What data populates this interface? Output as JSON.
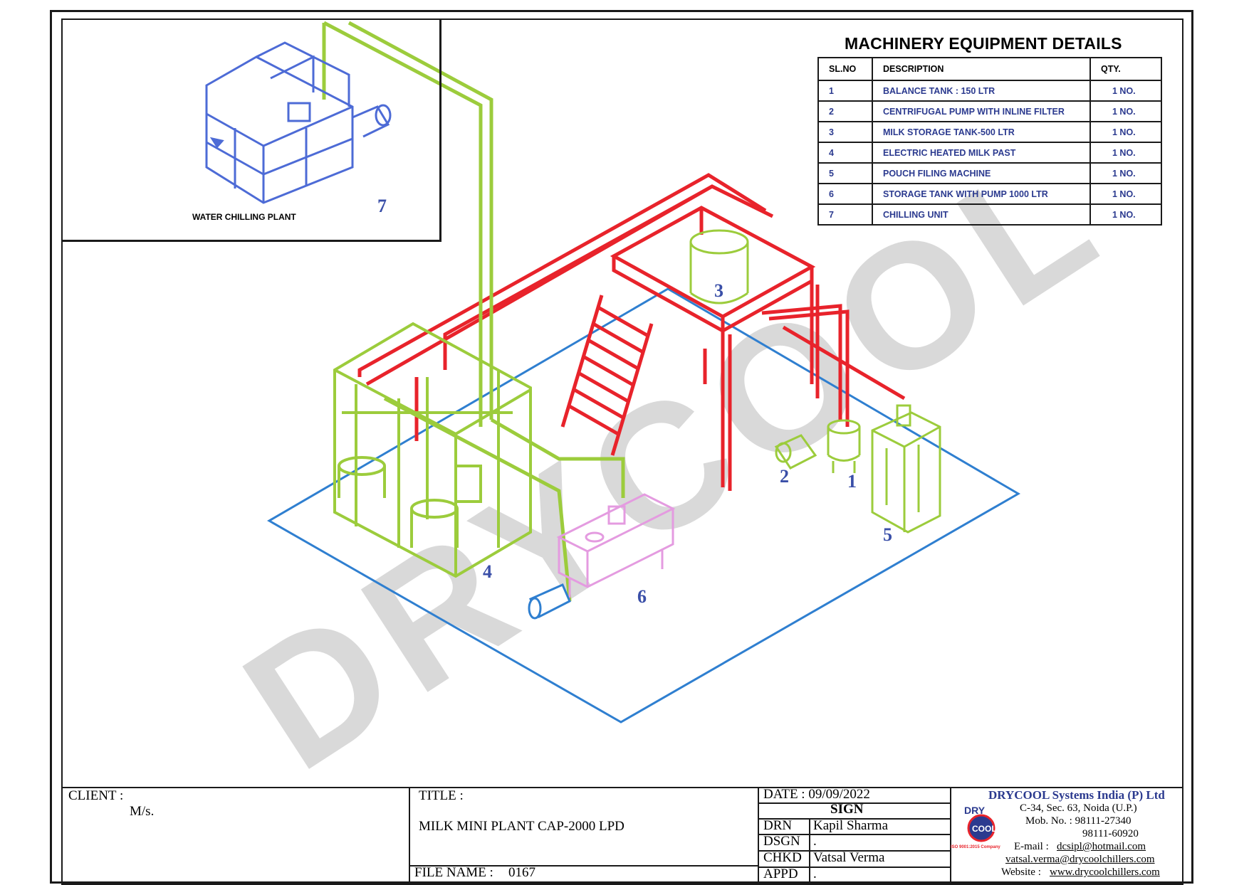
{
  "inset": {
    "label": "WATER CHILLING PLANT",
    "number": "7"
  },
  "equipment_numbers": [
    "1",
    "2",
    "3",
    "4",
    "5",
    "6"
  ],
  "table": {
    "title": "MACHINERY EQUIPMENT DETAILS",
    "headers": [
      "SL.NO",
      "DESCRIPTION",
      "QTY."
    ],
    "rows": [
      {
        "sl": "1",
        "desc": "BALANCE TANK : 150 LTR",
        "qty": "1 NO."
      },
      {
        "sl": "2",
        "desc": "CENTRIFUGAL PUMP WITH INLINE FILTER",
        "qty": "1 NO."
      },
      {
        "sl": "3",
        "desc": "MILK STORAGE TANK-500 LTR",
        "qty": "1 NO."
      },
      {
        "sl": "4",
        "desc": "ELECTRIC HEATED MILK PAST",
        "qty": "1 NO."
      },
      {
        "sl": "5",
        "desc": "POUCH FILING MACHINE",
        "qty": "1 NO."
      },
      {
        "sl": "6",
        "desc": "STORAGE TANK WITH PUMP 1000 LTR",
        "qty": "1 NO."
      },
      {
        "sl": "7",
        "desc": "CHILLING UNIT",
        "qty": "1 NO."
      }
    ]
  },
  "watermark": "DRYCOOL",
  "title_block": {
    "client_label": "CLIENT :",
    "client_value": "M/s.",
    "title_label": "TITLE :",
    "title_value": "MILK MINI PLANT CAP-2000 LPD",
    "file_label": "FILE NAME :",
    "file_value": "0167",
    "date": "DATE : 09/09/2022",
    "sign": "SIGN",
    "drn_label": "DRN",
    "drn_value": "Kapil Sharma",
    "dsgn_label": "DSGN",
    "dsgn_value": ".",
    "chkd_label": "CHKD",
    "chkd_value": "Vatsal Verma",
    "appd_label": "APPD",
    "appd_value": "."
  },
  "company": {
    "name": "DRYCOOL Systems India (P) Ltd",
    "logo_text": "DRY",
    "logo_sub": "COOL",
    "iso": "ISO 9001:2015 Company",
    "address": "C-34, Sec. 63, Noida (U.P.)",
    "mob1": "Mob. No. : 98111-27340",
    "mob2": "98111-60920",
    "email_label": "E-mail :",
    "email1": "dcsipl@hotmail.com",
    "email2": "vatsal.verma@drycoolchillers.com",
    "website_label": "Website :",
    "website": "www.drycoolchillers.com"
  },
  "colors": {
    "pipe_red": "#e8232b",
    "pipe_green": "#9ccc3c",
    "floor_blue": "#2f7fd0",
    "tank_pink": "#e49be0",
    "unit_blue": "#4d6bd6",
    "text_navy": "#2b3a8f"
  }
}
